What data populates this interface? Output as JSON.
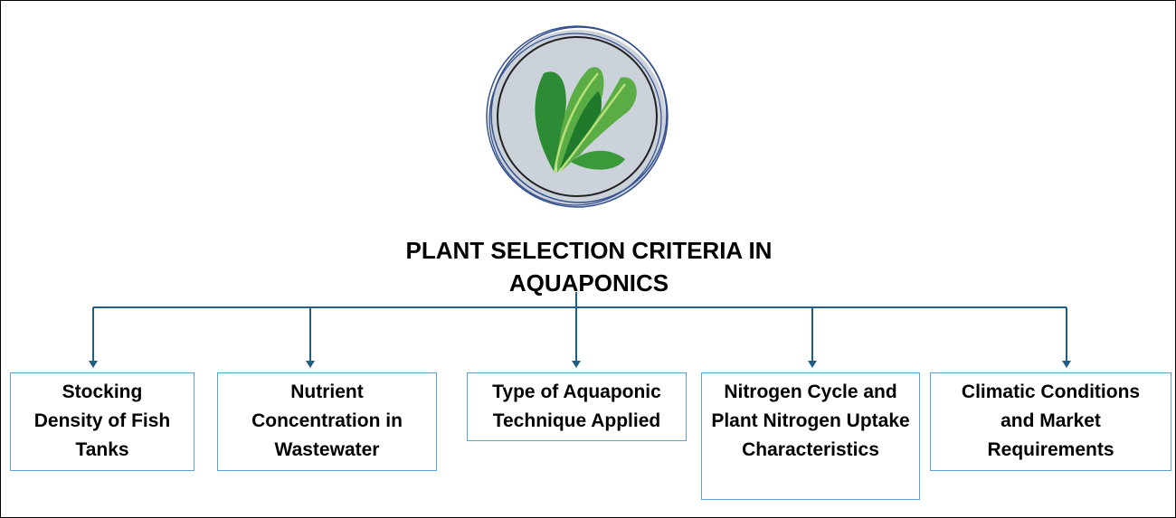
{
  "title": "PLANT SELECTION CRITERIA IN AQUAPONICS",
  "criteria": [
    {
      "label": "Stocking Density of Fish Tanks"
    },
    {
      "label": "Nutrient Concentration in Wastewater"
    },
    {
      "label": "Type of Aquaponic Technique Applied"
    },
    {
      "label": "Nitrogen Cycle and Plant Nitrogen Uptake Characteristics"
    },
    {
      "label": "Climatic Conditions and Market Requirements"
    }
  ],
  "colors": {
    "connector": "#1f5f85",
    "box_border": "#5ba3d6",
    "circle_fill": "#cbd2d9",
    "circle_ring": "#34508f"
  }
}
